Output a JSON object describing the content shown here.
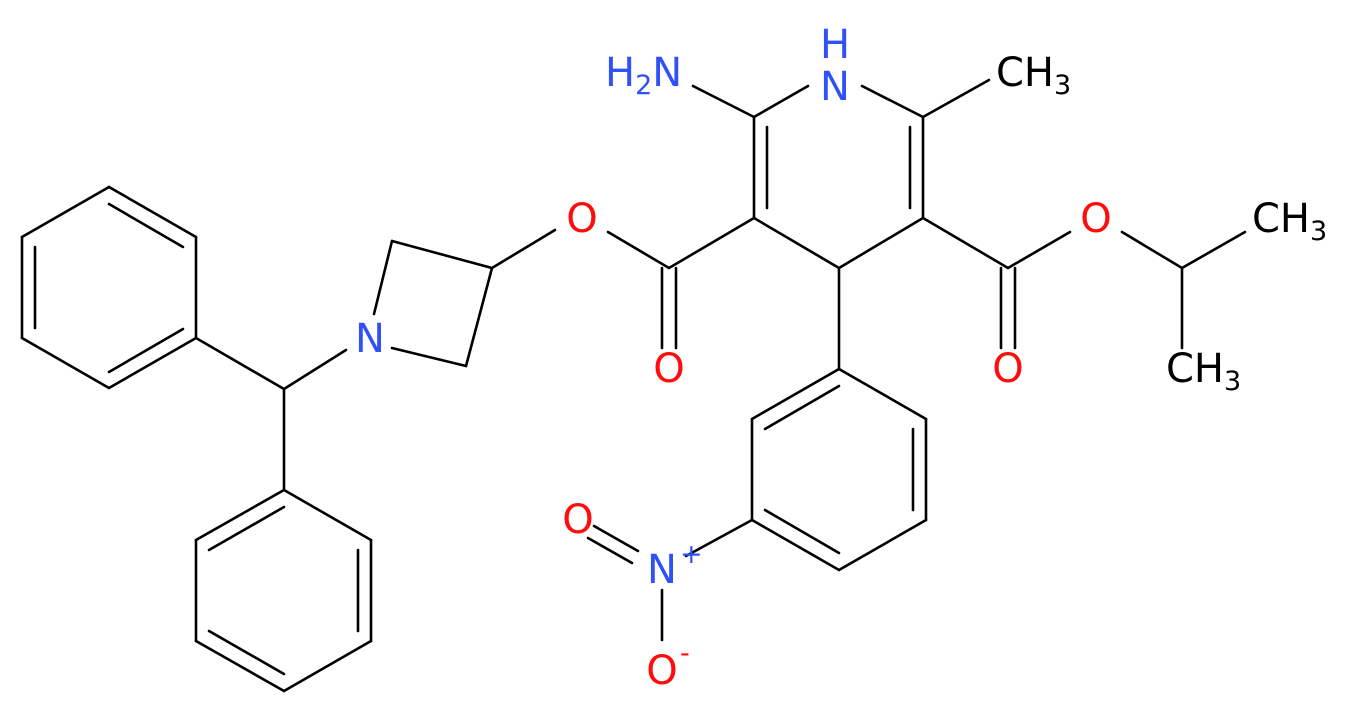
{
  "colors": {
    "bond": "#000000",
    "oxygen": "#ff0d0d",
    "nitrogen": "#3050f8"
  },
  "atoms": {
    "nh": {
      "main": "H",
      "nitro": "N"
    },
    "nh2": {
      "main": "H",
      "sub": "2",
      "tail": "N"
    },
    "me1": {
      "main": "CH",
      "sub": "3"
    },
    "o_ester_left": "O",
    "o_carbonyl_left": "O",
    "o_ester_right": "O",
    "o_carbonyl_right": "O",
    "me2": {
      "main": "CH",
      "sub": "3"
    },
    "me3": {
      "main": "CH",
      "sub": "3"
    },
    "n_azetidine": "N",
    "o_nitro_top": "O",
    "n_nitro": {
      "main": "N",
      "charge": "+"
    },
    "o_nitro_bottom": {
      "main": "O",
      "charge": "-"
    }
  }
}
